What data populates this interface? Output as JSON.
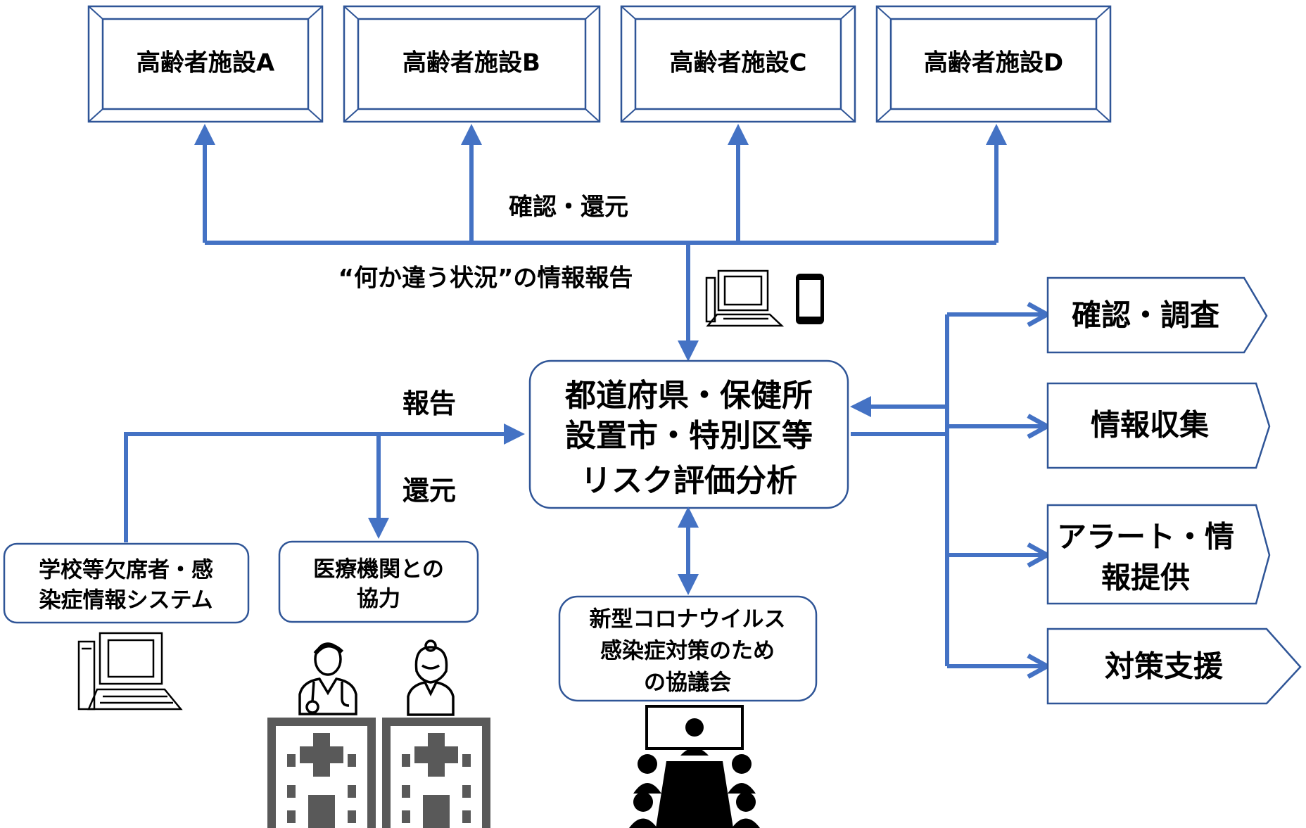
{
  "colors": {
    "accent": "#4472C4",
    "border": "#2F5597",
    "text": "#000000",
    "icon": "#000000",
    "building": "#595959"
  },
  "facilities": [
    "高齢者施設A",
    "高齢者施設B",
    "高齢者施設C",
    "高齢者施設D"
  ],
  "edge_labels": {
    "confirm_return": "確認・還元",
    "situation_report": "“何か違う状況”の情報報告",
    "report": "報告",
    "return": "還元"
  },
  "center": {
    "lines": [
      "都道府県・保健所",
      "設置市・特別区等",
      "リスク評価分析"
    ]
  },
  "school_system": {
    "lines": [
      "学校等欠席者・感",
      "染症情報システム"
    ]
  },
  "medical": {
    "lines": [
      "医療機関との",
      "協力"
    ]
  },
  "council": {
    "lines": [
      "新型コロナウイルス",
      "感染症対策のため",
      "の協議会"
    ]
  },
  "actions": [
    {
      "lines": [
        "確認・調査"
      ]
    },
    {
      "lines": [
        "情報収集"
      ]
    },
    {
      "lines": [
        "アラート・情",
        "報提供"
      ]
    },
    {
      "lines": [
        "対策支援"
      ]
    }
  ],
  "icons": [
    "desktop-computer-icon",
    "smartphone-icon",
    "doctor-icon",
    "nurse-icon",
    "hospital-icon",
    "meeting-icon"
  ]
}
